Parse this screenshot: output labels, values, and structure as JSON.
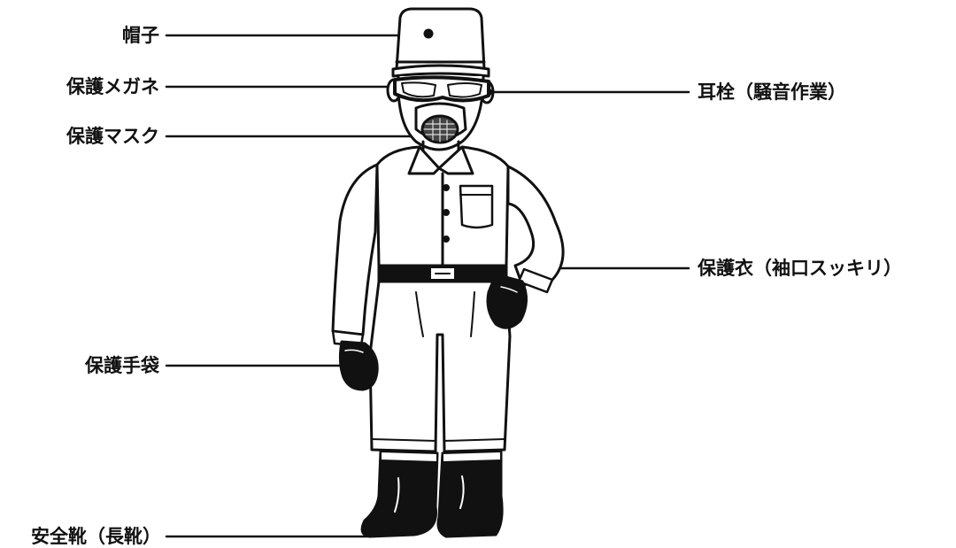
{
  "labels": {
    "hat": "帽子",
    "goggles": "保護メガネ",
    "mask": "保護マスク",
    "earplug": "耳栓（騒音作業）",
    "clothing": "保護衣（袖口スッキリ）",
    "gloves": "保護手袋",
    "boots": "安全靴（長靴）"
  },
  "colors": {
    "ink": "#111111",
    "background": "#ffffff"
  }
}
